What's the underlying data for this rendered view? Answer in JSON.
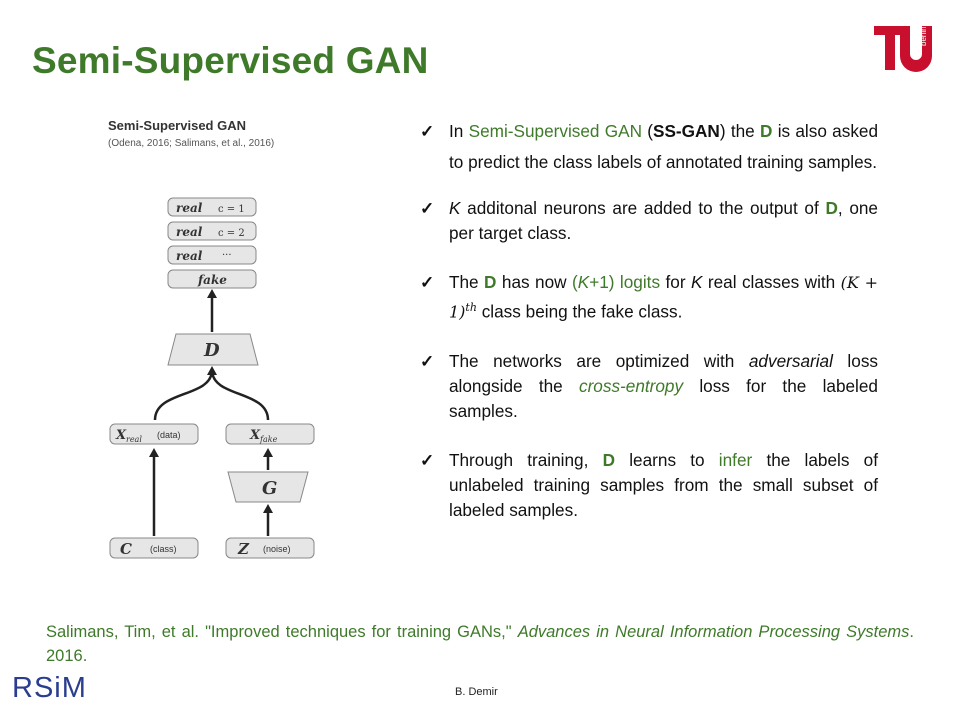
{
  "slide": {
    "title": "Semi-Supervised GAN",
    "logo_text": "TU berlin",
    "footer_author": "B. Demir",
    "footer_brand": "RSiM"
  },
  "diagram": {
    "heading": "Semi-Supervised GAN",
    "refs": "(Odena, 2016; Salimans, et al., 2016)",
    "outputs": [
      {
        "label": "real",
        "sub": "c = 1"
      },
      {
        "label": "real",
        "sub": "c = 2"
      },
      {
        "label": "real",
        "sub": "···"
      },
      {
        "label": "fake",
        "sub": ""
      }
    ],
    "discriminator": "D",
    "x_real": "X",
    "x_real_sub": "real",
    "x_real_note": "(data)",
    "x_fake": "X",
    "x_fake_sub": "fake",
    "generator": "G",
    "c_label": "C",
    "c_note": "(class)",
    "z_label": "Z",
    "z_note": "(noise)"
  },
  "bullets": {
    "b1": {
      "t1": "In ",
      "t2": "Semi-Supervised GAN",
      "t3": " (",
      "t4": "SS-GAN",
      "t5": ") the ",
      "t6": "D",
      "t7": " is also asked to predict the class labels of annotated training samples."
    },
    "b2": {
      "t1": "K",
      "t2": " additonal neurons are added to the output of ",
      "t3": "D",
      "t4": ", one per target class."
    },
    "b3": {
      "t1": "The ",
      "t2": "D",
      "t3": " has now ",
      "t4": "(",
      "t5": "K",
      "t6": "+1) logits",
      "t7": " for ",
      "t8": "K",
      "t9": " real classes with ",
      "t10": "(K + 1)",
      "t11": "th",
      "t12": " class being the fake class."
    },
    "b4": {
      "t1": "The networks are optimized with ",
      "t2": "adversarial",
      "t3": " loss alongside the ",
      "t4": "cross-entropy",
      "t5": " loss for the labeled samples."
    },
    "b5": {
      "t1": "Through training, ",
      "t2": "D",
      "t3": " learns to ",
      "t4": "infer",
      "t5": " the labels of unlabeled training samples from the small subset of labeled samples."
    }
  },
  "citation": {
    "plain": "Salimans, Tim, et al. \"Improved techniques for training GANs,\" ",
    "journal": "Advances in Neural Information Processing Systems",
    "year": ". 2016."
  },
  "colors": {
    "accent_green": "#3f7a2a",
    "tu_red": "#c8102e",
    "brand_blue": "#2a3d8f"
  }
}
